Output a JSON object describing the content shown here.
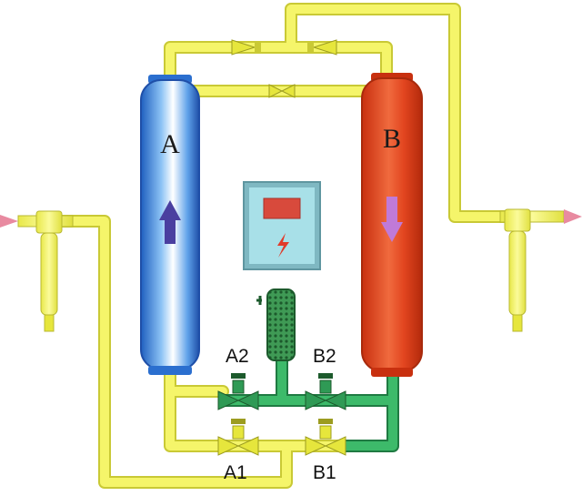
{
  "towers": {
    "a": {
      "letter": "A",
      "flow": "up"
    },
    "b": {
      "letter": "B",
      "flow": "down"
    }
  },
  "valves": {
    "a1": "A1",
    "a2": "A2",
    "b1": "B1",
    "b2": "B2"
  },
  "colors": {
    "pipe_yellow": "#f2f25a",
    "pipe_green": "#2fa65a",
    "tower_a": "#3b83dd",
    "tower_b": "#e0411f",
    "arrow_a": "#4a3fa0",
    "arrow_b": "#c07ad8",
    "panel": "#9fd8df",
    "panel_display": "#d84a3c",
    "flow_arrow": "#e88aa0"
  }
}
